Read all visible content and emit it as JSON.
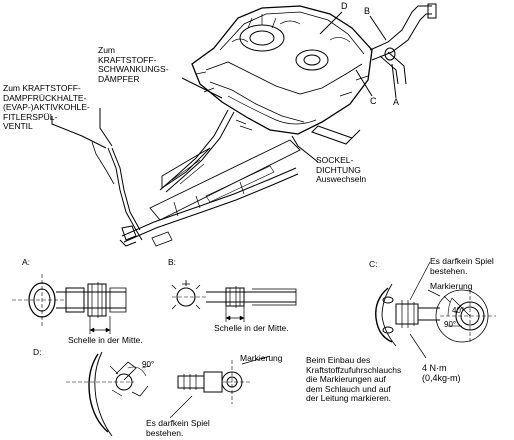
{
  "main": {
    "callouts": {
      "a": "A",
      "b": "B",
      "c": "C",
      "d": "D"
    },
    "damper_label": [
      "Zum",
      "KRAFTSTOFF-",
      "SCHWANKUNGS-",
      "DÄMPFER"
    ],
    "evap_label": [
      "Zum KRAFTSTOFF-",
      "DAMPFRÜCKHALTE-",
      "(EVAP-)AKTIVKOHLE-",
      "FITLERSPÜL-",
      "VENTIL"
    ],
    "seal_label": [
      "SOCKEL-",
      "DICHTUNG",
      "Auswechseln"
    ]
  },
  "details": {
    "a": {
      "title": "A:",
      "clamp": "Schelle in der Mitte."
    },
    "b": {
      "title": "B:",
      "clamp": "Schelle in der Mitte."
    },
    "c": {
      "title": "C:",
      "no_play": [
        "Es darfkein Spiel",
        "bestehen."
      ],
      "marking": "Markierung",
      "angle_40": "40°",
      "angle_90": "90°",
      "torque": [
        "4 N·m",
        "(0,4kg-m)"
      ],
      "install_note": [
        "Beim Einbau des",
        "Kraftstoffzufuhrschlauchs",
        "die Markierungen auf",
        "dem Schlauch und auf",
        "der Leitung markieren."
      ]
    },
    "d": {
      "title": "D:",
      "angle_90": "90°",
      "marking": "Markierung",
      "no_play": [
        "Es darfkein Spiel",
        "bestehen."
      ]
    }
  }
}
